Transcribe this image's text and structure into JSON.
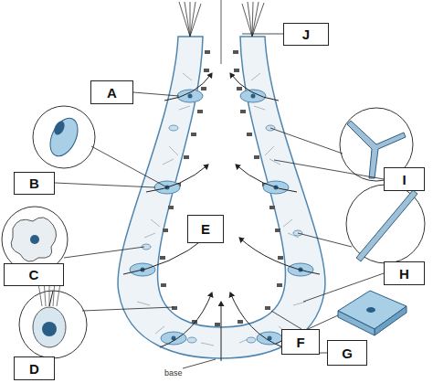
{
  "diagram": {
    "nodes": [
      {
        "text": [
          "J"
        ]
      },
      {
        "text": [
          "A"
        ]
      },
      {
        "text": [
          "I"
        ]
      },
      {
        "text": [
          "B"
        ]
      },
      {
        "text": [
          "E"
        ]
      },
      {
        "text": [
          "H"
        ]
      },
      {
        "text": [
          "C"
        ]
      },
      {
        "text": [
          "F"
        ]
      },
      {
        "text": [
          "G"
        ]
      },
      {
        "text": [
          "D"
        ]
      }
    ],
    "labels": [
      "base"
    ]
  }
}
